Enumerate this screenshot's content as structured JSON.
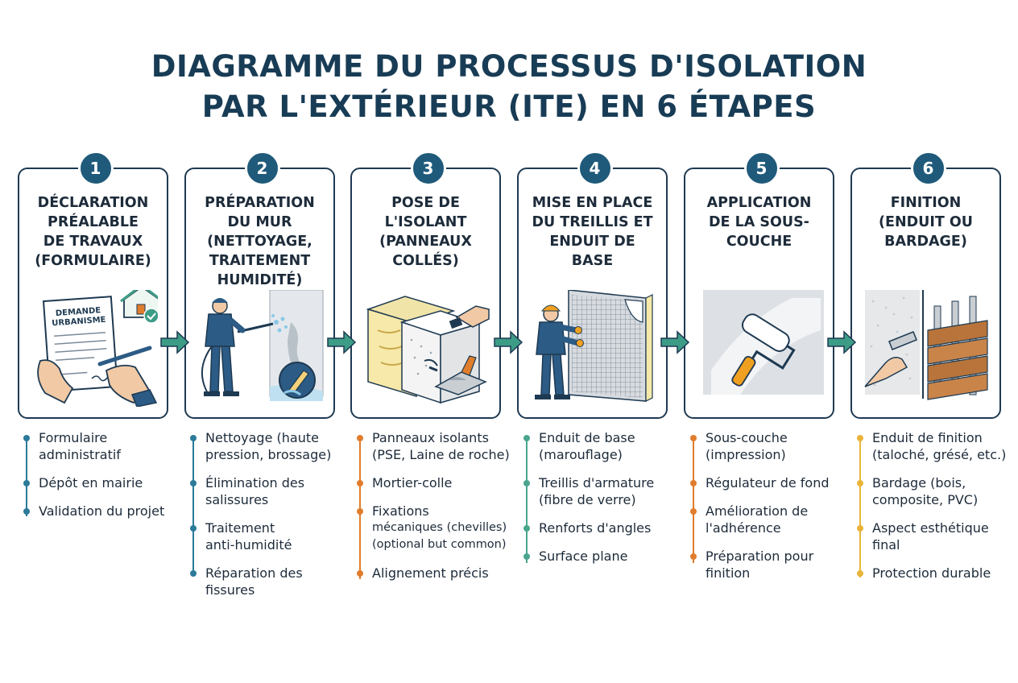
{
  "title": {
    "line1": "DIAGRAMME DU PROCESSUS D'ISOLATION",
    "line2": "PAR L'EXTÉRIEUR (ITE) EN 6 ÉTAPES"
  },
  "colors": {
    "navy": "#1e3a52",
    "badge": "#1f5a7a",
    "arrow": "#3d9c86",
    "step1_bullets": "#2b7a99",
    "step2_bullets": "#2b7a99",
    "step3_bullets": "#e07d2c",
    "step4_bullets": "#4aa58f",
    "step5_bullets": "#e07d2c",
    "step6_bullets": "#e8b43a"
  },
  "steps": [
    {
      "number": "1",
      "title": [
        "DÉCLARATION",
        "PRÉALABLE",
        "DE TRAVAUX",
        "(FORMULAIRE)"
      ],
      "illustration": "form-signing-house-check-icon",
      "doc_text": [
        "DEMANDE",
        "URBANISME"
      ],
      "bullets": [
        [
          "Formulaire",
          "administratif"
        ],
        [
          "Dépôt en mairie"
        ],
        [
          "Validation du projet"
        ]
      ]
    },
    {
      "number": "2",
      "title": [
        "PRÉPARATION",
        "DU MUR",
        "(NETTOYAGE,",
        "TRAITEMENT",
        "HUMIDITÉ)"
      ],
      "illustration": "worker-pressure-washer-icon",
      "bullets": [
        [
          "Nettoyage (haute",
          "pression, brossage)"
        ],
        [
          "Élimination des",
          "salissures"
        ],
        [
          "Traitement",
          "anti-humidité"
        ],
        [
          "Réparation des",
          "fissures"
        ]
      ]
    },
    {
      "number": "3",
      "title": [
        "POSE DE",
        "L'ISOLANT",
        "(PANNEAUX",
        "COLLÉS)"
      ],
      "illustration": "insulation-panels-trowel-icon",
      "bullets": [
        [
          "Panneaux isolants",
          "(PSE, Laine de roche)"
        ],
        [
          "Mortier-colle"
        ],
        [
          "Fixations",
          "mécaniques (chevilles)",
          "(optional but common)"
        ],
        [
          "Alignement précis"
        ]
      ]
    },
    {
      "number": "4",
      "title": [
        "MISE EN PLACE",
        "DU TREILLIS ET",
        "ENDUIT DE",
        "BASE"
      ],
      "illustration": "worker-mesh-wall-icon",
      "bullets": [
        [
          "Enduit de base",
          "(marouflage)"
        ],
        [
          "Treillis d'armature",
          "(fibre de verre)"
        ],
        [
          "Renforts d'angles"
        ],
        [
          "Surface plane"
        ]
      ]
    },
    {
      "number": "5",
      "title": [
        "APPLICATION",
        "DE LA SOUS-",
        "COUCHE"
      ],
      "illustration": "paint-roller-icon",
      "bullets": [
        [
          "Sous-couche",
          "(impression)"
        ],
        [
          "Régulateur de fond"
        ],
        [
          "Amélioration de",
          "l'adhérence"
        ],
        [
          "Préparation pour",
          "finition"
        ]
      ]
    },
    {
      "number": "6",
      "title": [
        "FINITION",
        "(ENDUIT OU",
        "BARDAGE)"
      ],
      "illustration": "render-and-cladding-icon",
      "bullets": [
        [
          "Enduit de finition",
          "(taloché, grésé, etc.)"
        ],
        [
          "Bardage (bois,",
          "composite, PVC)"
        ],
        [
          "Aspect esthétique",
          "final"
        ],
        [
          "Protection durable"
        ]
      ]
    }
  ]
}
